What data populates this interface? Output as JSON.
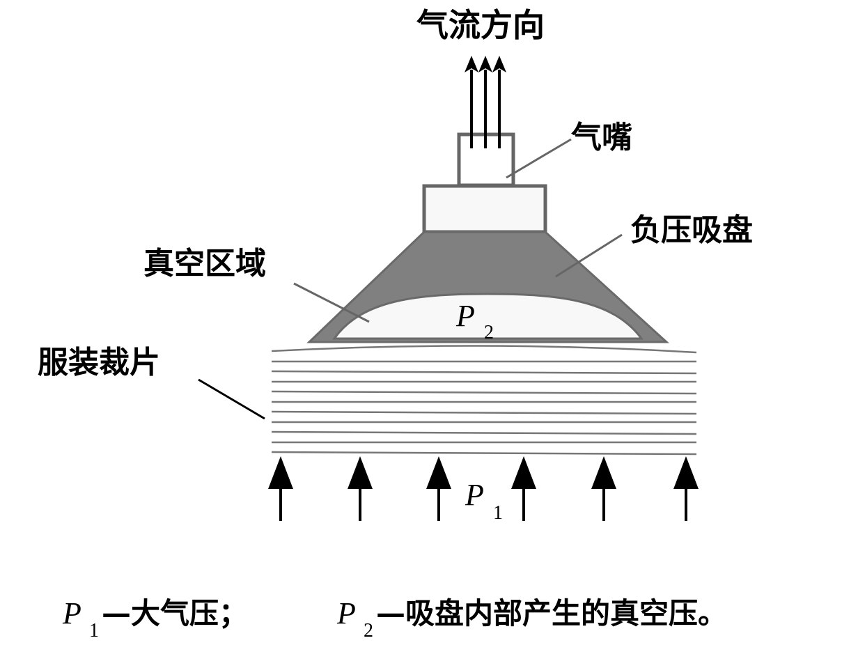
{
  "labels": {
    "airflow_direction": "气流方向",
    "nozzle": "气嘴",
    "suction_cup": "负压吸盘",
    "vacuum_zone": "真空区域",
    "fabric_pieces": "服装裁片",
    "p2_symbol": "P",
    "p2_sub": "2",
    "p1_symbol": "P",
    "p1_sub": "1"
  },
  "caption": {
    "p1_symbol": "P",
    "p1_sub": "1",
    "p1_text": "—大气压；",
    "p2_symbol": "P",
    "p2_sub": "2",
    "p2_text": "—吸盘内部产生的真空压。"
  },
  "colors": {
    "cup": "#808080",
    "outline": "#666666",
    "fill_light": "#f8f8f8"
  }
}
